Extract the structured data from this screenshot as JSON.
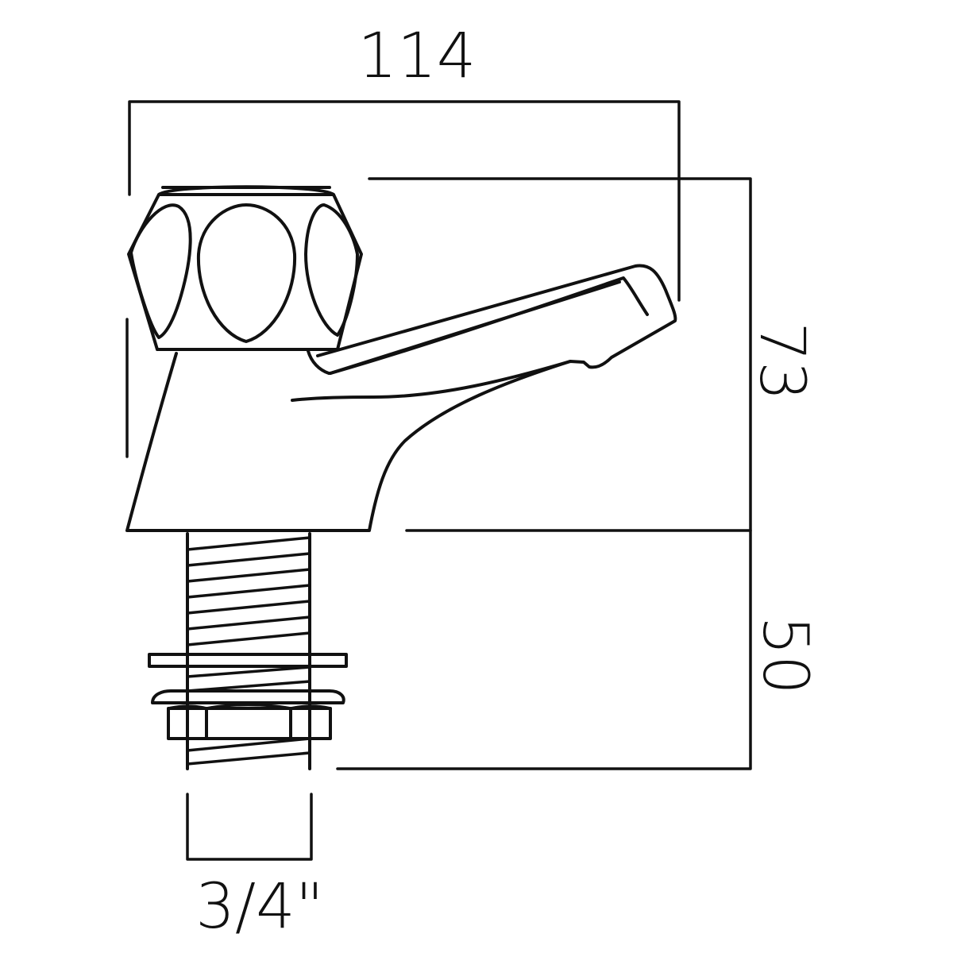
{
  "dimensions": {
    "width_label": "114",
    "height_body_label": "73",
    "shank_length_label": "50",
    "thread_size_label": "3/4\""
  },
  "colors": {
    "line": "#111111",
    "background": "#ffffff"
  }
}
